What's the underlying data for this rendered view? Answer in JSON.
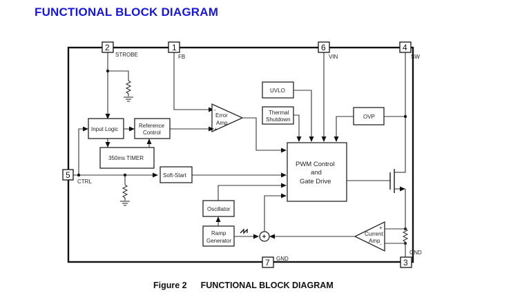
{
  "heading": "FUNCTIONAL BLOCK DIAGRAM",
  "caption": {
    "figure": "Figure 2",
    "title": "FUNCTIONAL BLOCK DIAGRAM"
  },
  "colors": {
    "heading": "#1515e6",
    "line": "#222222"
  },
  "pins": [
    {
      "number": "1",
      "name": "FB"
    },
    {
      "number": "2",
      "name": "STROBE"
    },
    {
      "number": "3",
      "name": "GND"
    },
    {
      "number": "4",
      "name": "SW"
    },
    {
      "number": "5",
      "name": "CTRL"
    },
    {
      "number": "6",
      "name": "VIN"
    },
    {
      "number": "7",
      "name": "GND"
    }
  ],
  "blocks": {
    "input_logic": "Input Logic",
    "reference_control": [
      "Reference",
      "Control"
    ],
    "timer": "350ms TIMER",
    "soft_start": "Soft-Start",
    "uvlo": "UVLO",
    "thermal_shutdown": [
      "Thermal",
      "Shutdown"
    ],
    "ovp": "OVP",
    "pwm": [
      "PWM Control",
      "and",
      "Gate Drive"
    ],
    "oscillator": "Oscillator",
    "ramp_generator": [
      "Ramp",
      "Generator"
    ]
  },
  "amplifiers": {
    "error_amp": {
      "label": [
        "Error",
        "Amp"
      ],
      "inverting": "-",
      "non_inverting": "+"
    },
    "current_amp": {
      "label": [
        "Current",
        "Amp"
      ],
      "non_inverting": "+",
      "inverting": "-"
    }
  },
  "summer_symbol": "+"
}
